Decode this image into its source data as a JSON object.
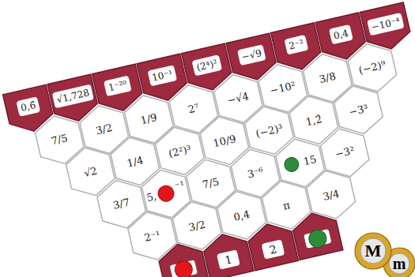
{
  "diagram": {
    "nodes": [
      {
        "text": [
          "0,6̑"
        ]
      },
      {
        "text": [
          "√1,728"
        ]
      },
      {
        "text": [
          "1⁻²⁰"
        ]
      },
      {
        "text": [
          "10⁻¹"
        ]
      },
      {
        "text": [
          "(2⁴)²"
        ]
      },
      {
        "text": [
          "−√9"
        ]
      },
      {
        "text": [
          "2⁻²"
        ]
      },
      {
        "text": [
          "0,4"
        ]
      },
      {
        "text": [
          "−10⁻⁴"
        ]
      },
      {
        "text": [
          "7/5"
        ]
      },
      {
        "text": [
          "3/2"
        ]
      },
      {
        "text": [
          "1/9"
        ]
      },
      {
        "text": [
          "2⁷"
        ]
      },
      {
        "text": [
          "−√4"
        ]
      },
      {
        "text": [
          "−10²"
        ]
      },
      {
        "text": [
          "3/8"
        ]
      },
      {
        "text": [
          "(−2)⁹"
        ]
      },
      {
        "text": [
          "√2"
        ]
      },
      {
        "text": [
          "1/4"
        ]
      },
      {
        "text": [
          "(2²)³"
        ]
      },
      {
        "text": [
          "10/9"
        ]
      },
      {
        "text": [
          "(−2)³"
        ]
      },
      {
        "text": [
          "1,2̑"
        ]
      },
      {
        "text": [
          "−3³"
        ]
      },
      {
        "text": [
          "3/7"
        ]
      },
      {
        "text": [
          "5,",
          "⁻¹"
        ]
      },
      {
        "text": [
          "7/5"
        ]
      },
      {
        "text": [
          "3⁻⁶"
        ]
      },
      {
        "text": [
          "15"
        ]
      },
      {
        "text": [
          "−3²"
        ]
      },
      {
        "text": [
          "2⁻¹"
        ]
      },
      {
        "text": [
          "3/2"
        ]
      },
      {
        "text": [
          "0,4"
        ]
      },
      {
        "text": [
          "π"
        ]
      },
      {
        "text": [
          "3/4"
        ]
      },
      {
        "text": [
          "1"
        ]
      },
      {
        "text": [
          "2"
        ]
      },
      {
        "text": [
          "M"
        ]
      },
      {
        "text": [
          "m"
        ]
      }
    ]
  }
}
